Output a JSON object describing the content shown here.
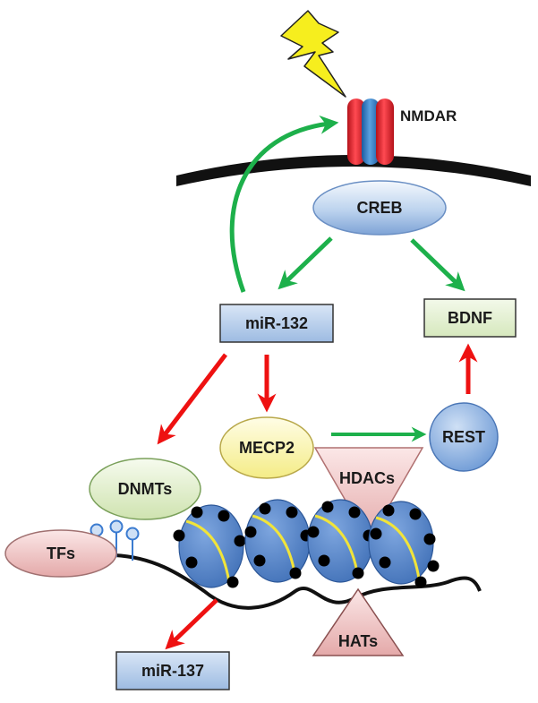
{
  "labels": {
    "nmdar": "NMDAR",
    "creb": "CREB",
    "mir132": "miR-132",
    "bdnf": "BDNF",
    "mecp2": "MECP2",
    "rest": "REST",
    "dnmts": "DNMTs",
    "hdacs": "HDACs",
    "tfs": "TFs",
    "hats": "HATs",
    "mir137": "miR-137"
  },
  "colors": {
    "activation": "#1db04b",
    "inhibition": "#ee1111",
    "membrane": "#111111",
    "bolt": "#f6ee1e",
    "nmdar_red": "#e8202a",
    "nmdar_blue": "#2f7ec2",
    "nucleosome": "#4f7fc6",
    "node_blue": "#bcd3ee",
    "node_green": "#e4f0cf",
    "node_yellow": "#fbf6b4",
    "node_pink": "#f2c6c6"
  },
  "icons": [
    "lightning-bolt-icon",
    "nmdar-receptor-icon",
    "nucleosome-icon",
    "methyl-group-icon"
  ]
}
